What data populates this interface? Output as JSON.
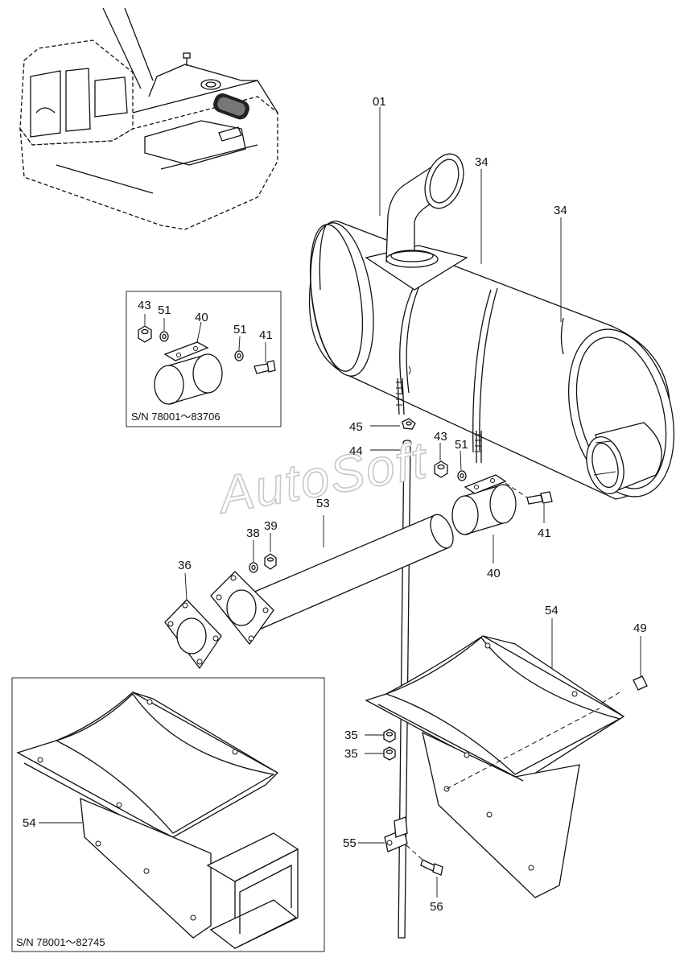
{
  "part_labels": {
    "p01": "01",
    "p34a": "34",
    "p34b": "34",
    "p43_inset": "43",
    "p51_inset_a": "51",
    "p40_inset": "40",
    "p51_inset_b": "51",
    "p41_inset": "41",
    "p45": "45",
    "p44": "44",
    "p43": "43",
    "p51": "51",
    "p53": "53",
    "p38": "38",
    "p39": "39",
    "p36": "36",
    "p41": "41",
    "p40": "40",
    "p54_right": "54",
    "p49": "49",
    "p35a": "35",
    "p35b": "35",
    "p54_left": "54",
    "p55": "55",
    "p56": "56"
  },
  "serial_notes": {
    "inset_top": "S/N  78001～83706",
    "inset_bottom": "S/N  78001～82745"
  },
  "watermark": "AutoSoft"
}
